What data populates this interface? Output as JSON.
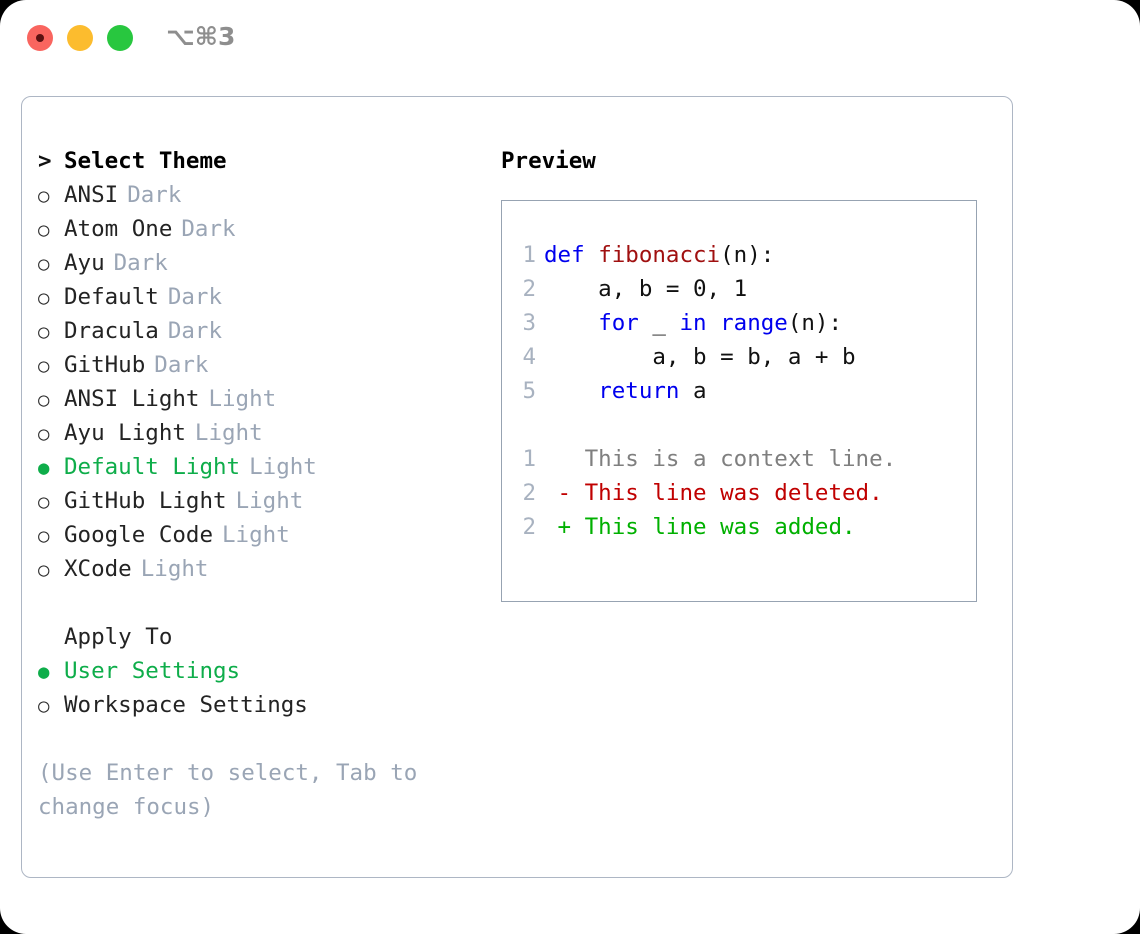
{
  "titlebar": {
    "shortcut": "⌥⌘3",
    "lights": [
      {
        "name": "close",
        "color": "#f9655f"
      },
      {
        "name": "minimize",
        "color": "#fcbc2e"
      },
      {
        "name": "zoom",
        "color": "#28c73f"
      }
    ]
  },
  "theme_selector": {
    "header_marker": ">",
    "header": "Select Theme",
    "items": [
      {
        "marker": "○",
        "label": "ANSI",
        "tag": "Dark",
        "selected": false
      },
      {
        "marker": "○",
        "label": "Atom One",
        "tag": "Dark",
        "selected": false
      },
      {
        "marker": "○",
        "label": "Ayu",
        "tag": "Dark",
        "selected": false
      },
      {
        "marker": "○",
        "label": "Default",
        "tag": "Dark",
        "selected": false
      },
      {
        "marker": "○",
        "label": "Dracula",
        "tag": "Dark",
        "selected": false
      },
      {
        "marker": "○",
        "label": "GitHub",
        "tag": "Dark",
        "selected": false
      },
      {
        "marker": "○",
        "label": "ANSI Light",
        "tag": "Light",
        "selected": false
      },
      {
        "marker": "○",
        "label": "Ayu Light",
        "tag": "Light",
        "selected": false
      },
      {
        "marker": "●",
        "label": "Default Light",
        "tag": "Light",
        "selected": true
      },
      {
        "marker": "○",
        "label": "GitHub Light",
        "tag": "Light",
        "selected": false
      },
      {
        "marker": "○",
        "label": "Google Code",
        "tag": "Light",
        "selected": false
      },
      {
        "marker": "○",
        "label": "XCode",
        "tag": "Light",
        "selected": false
      }
    ]
  },
  "apply_to": {
    "header": "Apply To",
    "options": [
      {
        "marker": "●",
        "label": "User Settings",
        "selected": true
      },
      {
        "marker": "○",
        "label": "Workspace Settings",
        "selected": false
      }
    ]
  },
  "hint": "(Use Enter to select, Tab to change focus)",
  "preview": {
    "title": "Preview",
    "code_lines": [
      {
        "no": "1",
        "segments": [
          {
            "t": "def ",
            "c": "kw"
          },
          {
            "t": "fibonacci",
            "c": "fn"
          },
          {
            "t": "(n):",
            "c": "codetext"
          }
        ]
      },
      {
        "no": "2",
        "segments": [
          {
            "t": "    a, b = 0, 1",
            "c": "codetext"
          }
        ]
      },
      {
        "no": "3",
        "segments": [
          {
            "t": "    ",
            "c": "codetext"
          },
          {
            "t": "for",
            "c": "kw"
          },
          {
            "t": " _ ",
            "c": "codetext"
          },
          {
            "t": "in",
            "c": "kw"
          },
          {
            "t": " ",
            "c": "codetext"
          },
          {
            "t": "range",
            "c": "kw"
          },
          {
            "t": "(n):",
            "c": "codetext"
          }
        ]
      },
      {
        "no": "4",
        "segments": [
          {
            "t": "        a, b = b, a + b",
            "c": "codetext"
          }
        ]
      },
      {
        "no": "5",
        "segments": [
          {
            "t": "    ",
            "c": "codetext"
          },
          {
            "t": "return",
            "c": "kw"
          },
          {
            "t": " a",
            "c": "codetext"
          }
        ]
      }
    ],
    "diff_lines": [
      {
        "no": "1",
        "segments": [
          {
            "t": "   This is a context line.",
            "c": "ctx"
          }
        ]
      },
      {
        "no": "2",
        "segments": [
          {
            "t": " - This line was deleted.",
            "c": "del"
          }
        ]
      },
      {
        "no": "2",
        "segments": [
          {
            "t": " + This line was added.",
            "c": "add"
          }
        ]
      }
    ]
  },
  "colors": {
    "accent_green": "#0ead4a",
    "muted": "#9aa5b5",
    "panel_border": "#adb6c4",
    "preview_border": "#97a3b2",
    "keyword": "#0000ee",
    "function": "#a01010",
    "deleted": "#c00000",
    "added": "#00b000",
    "context": "#7f7f7f",
    "lineno": "#a8b2c0"
  }
}
